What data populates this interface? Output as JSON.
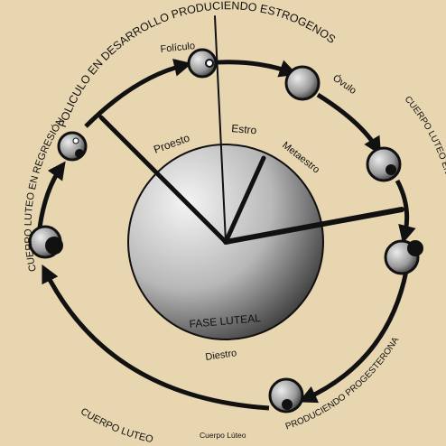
{
  "colors": {
    "background": "#e8d6b0",
    "stroke": "#111111",
    "center_light": "#f2f2f2",
    "center_dark": "#3a3a3a",
    "follicle_light": "#dcdcdc",
    "follicle_dark": "#2a2a2a"
  },
  "labels": {
    "outer_top": "FOLICULO EN DESARROLLO PRODUCIENDO ESTROGENOS",
    "outer_left": "CUERPO LUTEO EN REGRESIÓN",
    "outer_right": "CUERPO LUTEO EN DESARROLLO",
    "outer_bottom_left": "CUERPO LUTEO",
    "outer_bottom_right": "PRODUCIENDO PROGESTERONA",
    "foliculo": "Folículo",
    "ovulo": "Óvulo",
    "cuerpo_luteo": "Cuerpo Lúteo",
    "proesto": "Proesto",
    "estro": "Estro",
    "metaestro": "Metaestro",
    "diestro": "Diestro",
    "fase_luteal": "FASE LUTEAL"
  },
  "stage_icons": [
    "follicle-icon-top",
    "ovum-icon",
    "follicle-icon-right-upper",
    "corpus-luteum-icon-right",
    "corpus-luteum-icon-bottom",
    "regressing-corpus-icon-left",
    "regressing-corpus-icon-upper-left"
  ]
}
